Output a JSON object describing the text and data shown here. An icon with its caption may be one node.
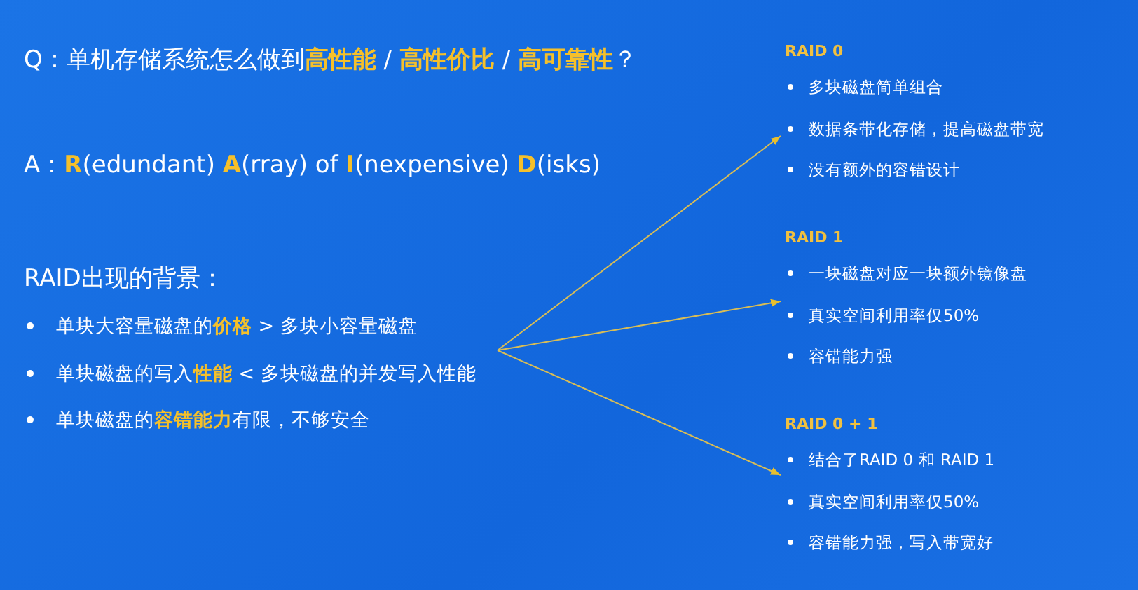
{
  "diagram": {
    "nodes": [
      {
        "text": [
          "RAID出现的背景：",
          "单块大容量磁盘的**价格** > 多块小容量磁盘",
          "单块磁盘的写入**性能** < 多块磁盘的并发写入性能",
          "单块磁盘的**容错能力**有限，不够安全"
        ]
      },
      {
        "text": [
          "RAID 0",
          "多块磁盘简单组合",
          "数据条带化存储，提高磁盘带宽",
          "没有额外的容错设计"
        ]
      },
      {
        "text": [
          "RAID 1",
          "一块磁盘对应一块额外镜像盘",
          "真实空间利用率仅50%",
          "容错能力强"
        ]
      },
      {
        "text": [
          "RAID 0 + 1",
          "结合了RAID 0 和 RAID 1",
          "真实空间利用率仅50%",
          "容错能力强，写入带宽好"
        ]
      }
    ],
    "edges": [
      {
        "from": 0,
        "to": 1,
        "arrow": "to"
      },
      {
        "from": 0,
        "to": 2,
        "arrow": "to"
      },
      {
        "from": 0,
        "to": 3,
        "arrow": "to"
      }
    ],
    "labels": [
      "Q：单机存储系统怎么做到**高性能** / **高性价比** / **高可靠性**？",
      "A：**R**(edundant) **A**(rray) of **I**(nexpensive) **D**(isks)"
    ]
  }
}
